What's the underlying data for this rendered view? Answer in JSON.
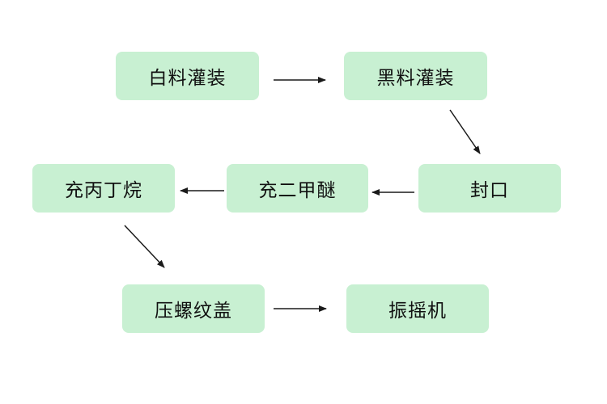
{
  "flowchart": {
    "steps": {
      "white_fill": "白料灌装",
      "black_fill": "黑料灌装",
      "seal": "封口",
      "dme_fill": "充二甲醚",
      "propane_fill": "充丙丁烷",
      "cap_press": "压螺纹盖",
      "shaker": "振摇机"
    },
    "colors": {
      "box_fill": "#c8f0d2",
      "arrow": "#1a1a1a"
    }
  }
}
